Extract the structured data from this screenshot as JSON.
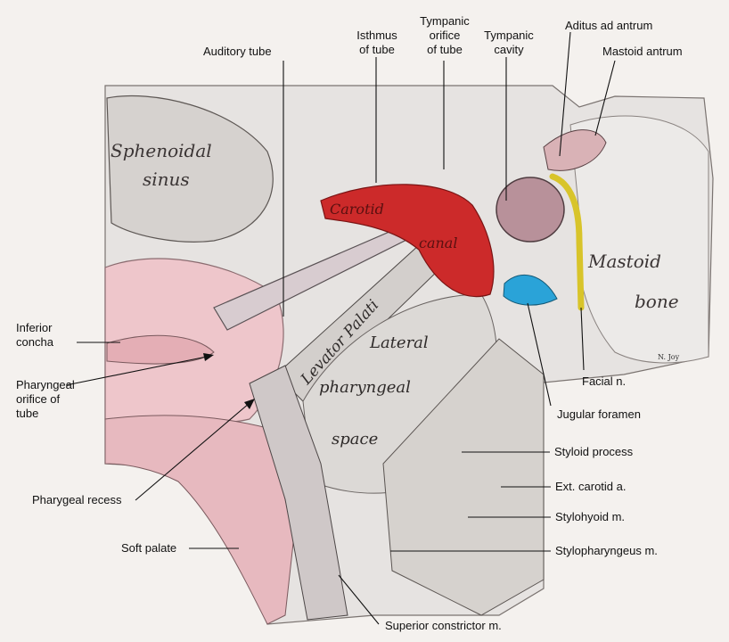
{
  "labels": {
    "auditory_tube": "Auditory tube",
    "isthmus": "Isthmus\nof tube",
    "tympanic_orifice": "Tympanic\norifice\nof tube",
    "tympanic_cavity": "Tympanic\ncavity",
    "aditus": "Aditus ad antrum",
    "mastoid_antrum": "Mastoid antrum",
    "inferior_concha": "Inferior\nconcha",
    "pharyngeal_orifice": "Pharyngeal\norifice of\ntube",
    "pharyngeal_recess": "Pharygeal recess",
    "soft_palate": "Soft palate",
    "superior_constrictor": "Superior constrictor m.",
    "facial_n": "Facial n.",
    "jugular_foramen": "Jugular foramen",
    "styloid_process": "Styloid process",
    "ext_carotid": "Ext. carotid a.",
    "stylohyoid": "Stylohyoid m.",
    "stylopharyngeus": "Stylopharyngeus m."
  },
  "in_figure": {
    "sphenoidal_sinus": [
      "Sphenoidal",
      "sinus"
    ],
    "carotid_canal": [
      "Carotid",
      "canal"
    ],
    "mastoid_bone": [
      "Mastoid",
      "bone"
    ],
    "levator_palati": "Levator Palati",
    "lateral_pharyngeal_space": [
      "Lateral",
      "pharyngeal",
      "space"
    ]
  },
  "signature": "N. Joy",
  "colors": {
    "carotid": "#cc2a2a",
    "jugular": "#2aa3d8",
    "facial_nerve": "#d8c42a",
    "mucosa": "#eec6cb",
    "bone": "#e8e6e4"
  }
}
